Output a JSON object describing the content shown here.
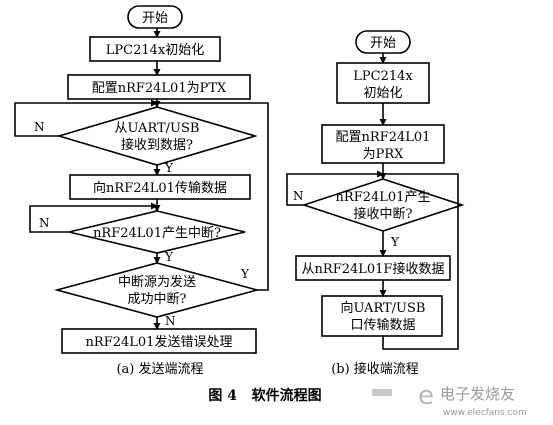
{
  "flow_a": {
    "start": "开始",
    "init": "LPC214x初始化",
    "config": "配置nRF24L01为PTX",
    "cond_recv_line1": "从UART/USB",
    "cond_recv_line2": "接收到数据?",
    "transfer": "向nRF24L01传输数据",
    "cond_irq": "nRF24L01产生中断?",
    "cond_src_line1": "中断源为发送",
    "cond_src_line2": "成功中断?",
    "error": "nRF24L01发送错误处理",
    "label_yes": "Y",
    "label_no": "N",
    "caption": "(a) 发送端流程"
  },
  "flow_b": {
    "start": "开始",
    "init_line1": "LPC214x",
    "init_line2": "初始化",
    "config_line1": "配置nRF24L01",
    "config_line2": "为PRX",
    "cond_irq_line1": "nRF24L01产生",
    "cond_irq_line2": "接收中断?",
    "receive": "从nRF24L01F接收数据",
    "send_line1": "向UART/USB",
    "send_line2": "口传输数据",
    "label_yes": "Y",
    "label_no": "N",
    "caption": "(b) 接收端流程"
  },
  "figure_caption": "图 4   软件流程图",
  "watermark": {
    "line1": "电子发烧友",
    "line2": "www.elecfans.com"
  }
}
